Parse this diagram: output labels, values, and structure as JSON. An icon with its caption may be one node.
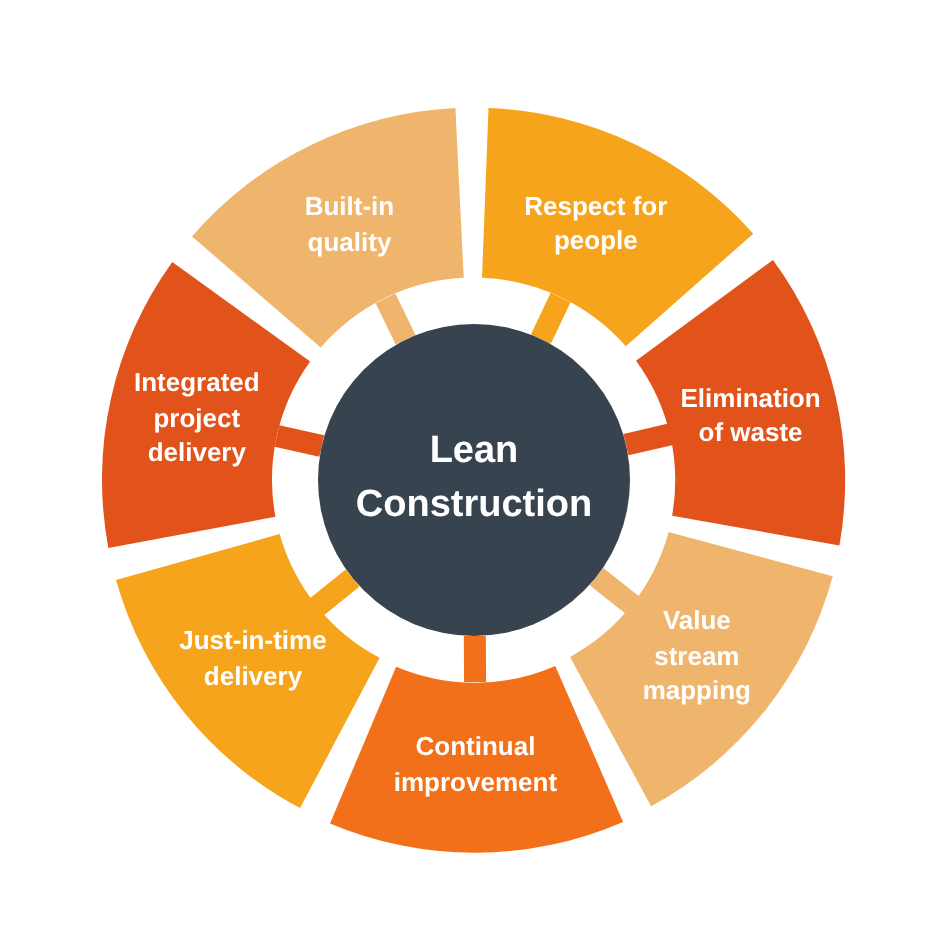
{
  "diagram": {
    "nodes": [
      {
        "text": [
          "Lean Construction"
        ]
      },
      {
        "text": [
          "Built-in quality"
        ]
      },
      {
        "text": [
          "Respect for people"
        ]
      },
      {
        "text": [
          "Elimination of waste"
        ]
      },
      {
        "text": [
          "Value stream mapping"
        ]
      },
      {
        "text": [
          "Continual improvement"
        ]
      },
      {
        "text": [
          "Just-in-time delivery"
        ]
      },
      {
        "text": [
          "Integrated project delivery"
        ]
      }
    ],
    "edges": [
      {
        "from": 0,
        "to": 1,
        "arrow": "none",
        "color": "#efb56c"
      },
      {
        "from": 0,
        "to": 2,
        "arrow": "none",
        "color": "#f7a41d"
      },
      {
        "from": 0,
        "to": 3,
        "arrow": "none",
        "color": "#e2531b"
      },
      {
        "from": 0,
        "to": 4,
        "arrow": "none",
        "color": "#efb56c"
      },
      {
        "from": 0,
        "to": 5,
        "arrow": "none",
        "color": "#f2701a"
      },
      {
        "from": 0,
        "to": 6,
        "arrow": "none",
        "color": "#f7a41d"
      },
      {
        "from": 0,
        "to": 7,
        "arrow": "none",
        "color": "#e2531b"
      }
    ]
  }
}
